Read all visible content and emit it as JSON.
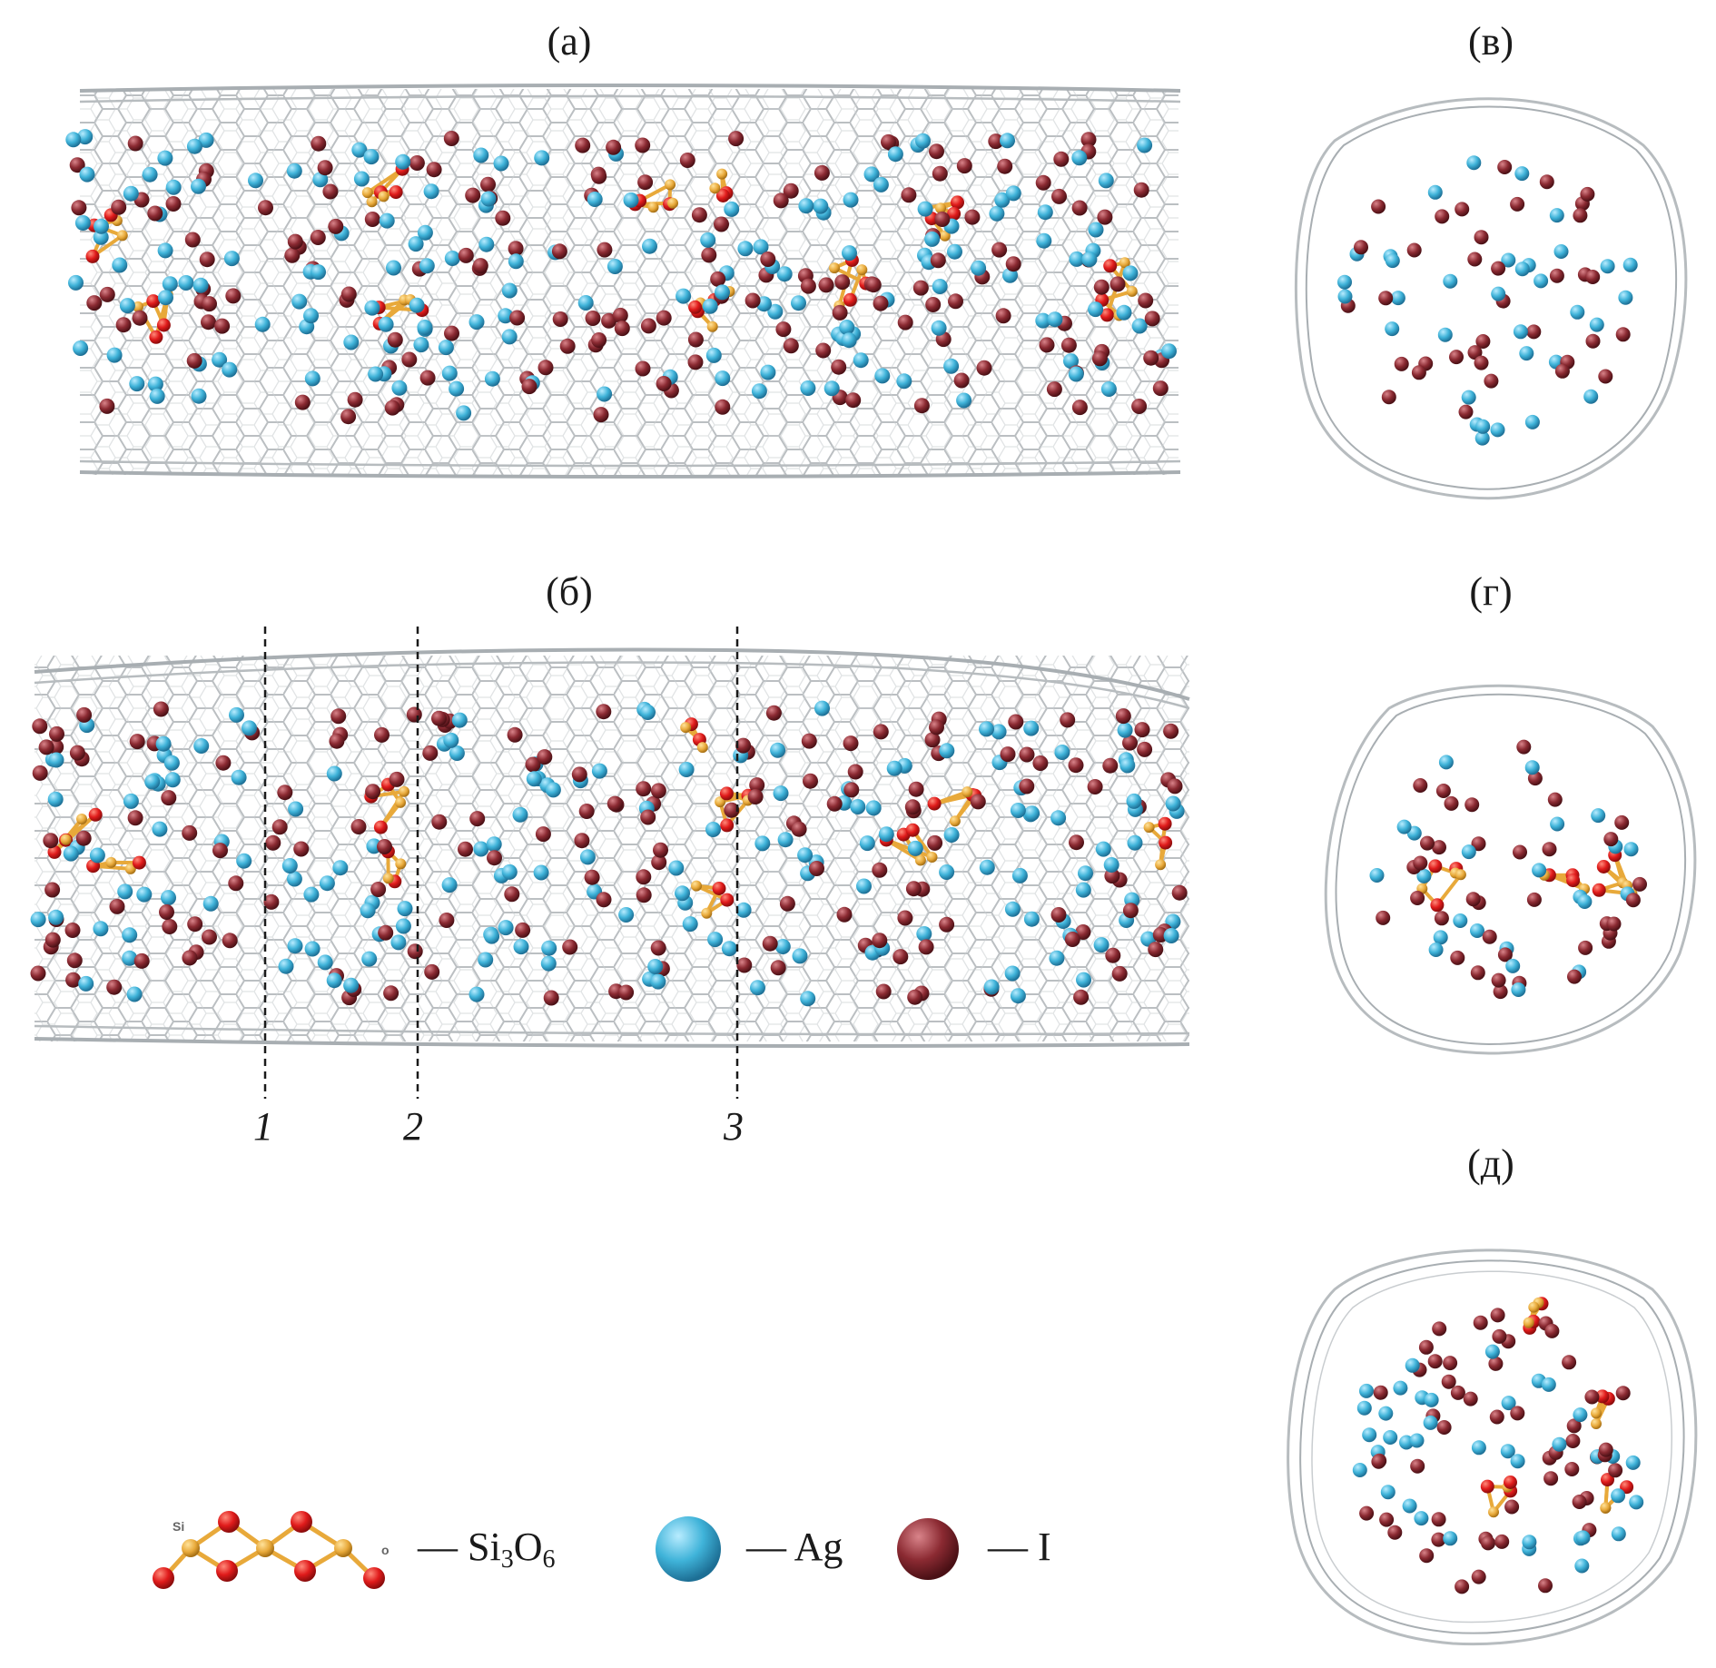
{
  "panels": {
    "a": "(а)",
    "b": "(б)",
    "v": "(в)",
    "g": "(г)",
    "d": "(д)"
  },
  "sections": [
    "1",
    "2",
    "3"
  ],
  "legend": {
    "si_label": "Si",
    "o_label": "o",
    "chain_prefix": "— Si",
    "chain_sub1": "3",
    "chain_mid": "O",
    "chain_sub2": "6",
    "ag": "— Ag",
    "i": "— I"
  },
  "colors": {
    "ag": "#3fb3d9",
    "iodine": "#8b2a32",
    "oxygen": "#e01b1b",
    "silicon": "#e8a93a",
    "nanotube": "#b7bcbf"
  }
}
